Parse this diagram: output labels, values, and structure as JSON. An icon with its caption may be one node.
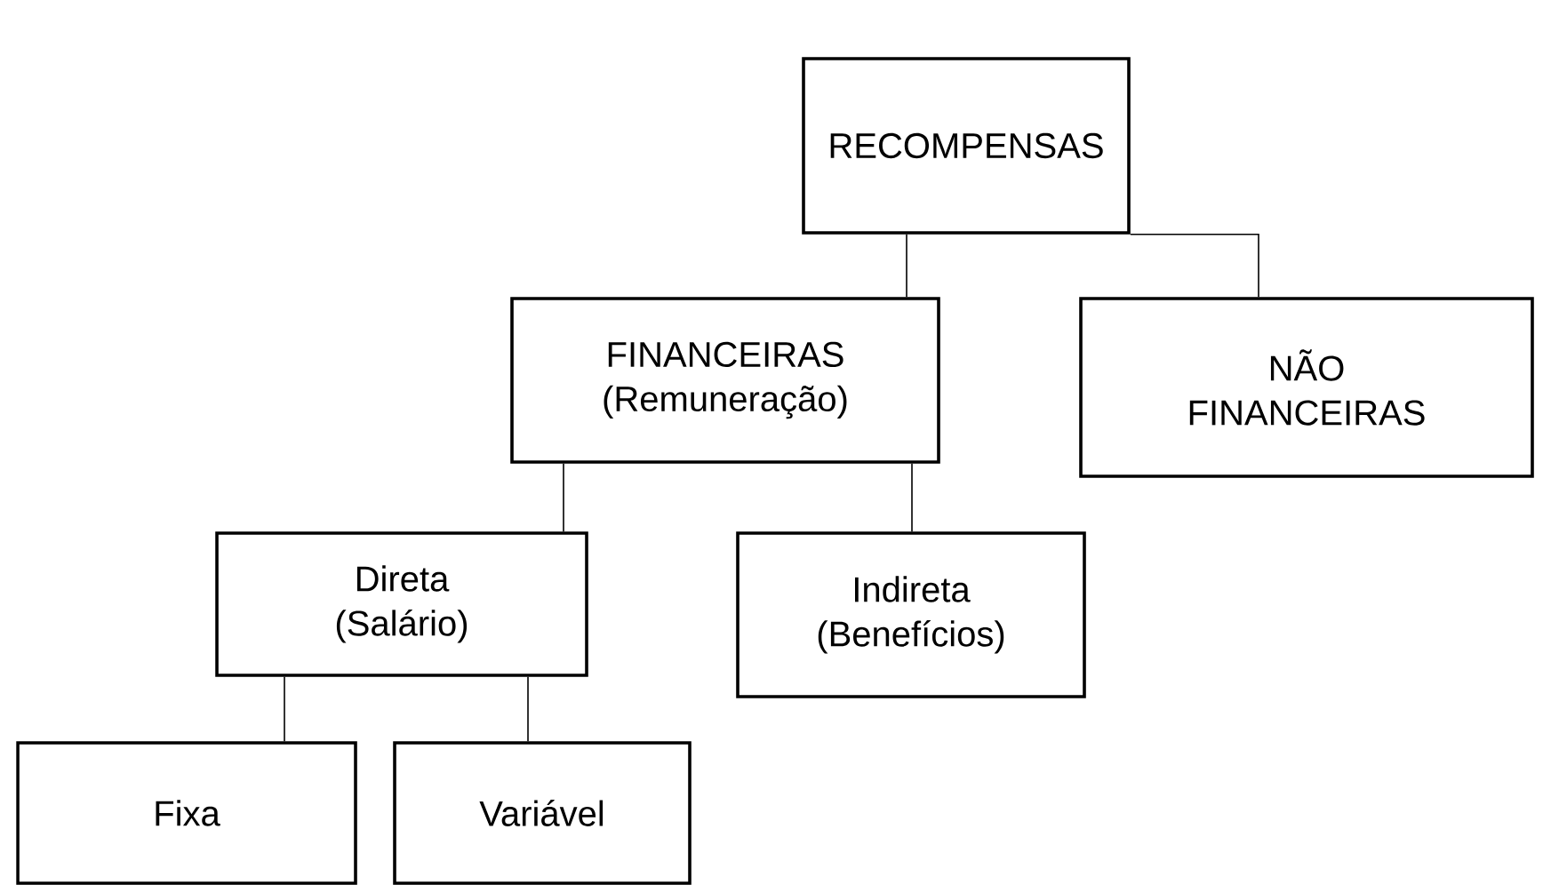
{
  "diagram": {
    "nodes": [
      {
        "text": [
          "RECOMPENSAS"
        ]
      },
      {
        "text": [
          "FINANCEIRAS",
          "(Remuneração)"
        ]
      },
      {
        "text": [
          "NÃO FINANCEIRAS"
        ]
      },
      {
        "text": [
          "Direta",
          "(Salário)"
        ]
      },
      {
        "text": [
          "Indireta",
          "(Benefícios)"
        ]
      },
      {
        "text": [
          "Fixa"
        ]
      },
      {
        "text": [
          "Variável"
        ]
      }
    ],
    "edges": [
      {
        "from": 0,
        "to": 1,
        "arrow": "none"
      },
      {
        "from": 0,
        "to": 2,
        "arrow": "none"
      },
      {
        "from": 1,
        "to": 3,
        "arrow": "none"
      },
      {
        "from": 1,
        "to": 4,
        "arrow": "none"
      },
      {
        "from": 3,
        "to": 5,
        "arrow": "none"
      },
      {
        "from": 3,
        "to": 6,
        "arrow": "none"
      }
    ]
  }
}
